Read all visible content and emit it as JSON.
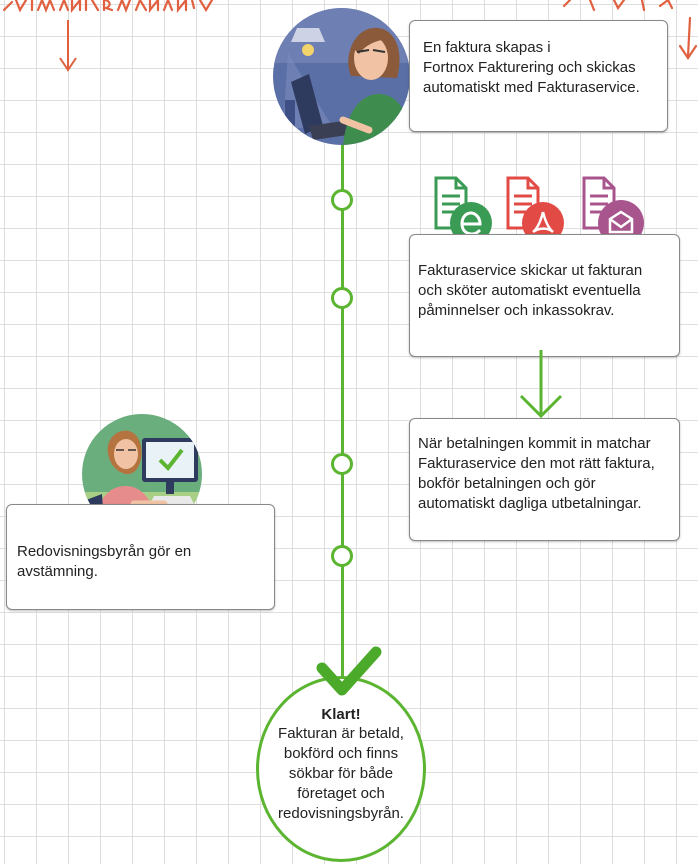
{
  "steps": [
    {
      "lines": [
        "En faktura skapas i",
        "Fortnox Fakturering och skickas",
        "automatiskt med Fakturaservice."
      ]
    },
    {
      "lines": [
        "Fakturaservice skickar ut fakturan",
        "och sköter automatiskt eventuella",
        "påminnelser och inkassokrav."
      ]
    },
    {
      "lines": [
        "När betalningen kommit in matchar",
        "Fakturaservice den mot rätt faktura,",
        "bokför betalningen och gör",
        "automatiskt dagliga utbetalningar."
      ]
    },
    {
      "lines": [
        "Redovisningsbyrån gör en",
        "avstämning."
      ]
    }
  ],
  "final": {
    "title": "Klart!",
    "lines": [
      "Fakturan är betald,",
      "bokförd och finns",
      "sökbar för både",
      "företaget och",
      "redovisningsbyrån."
    ]
  },
  "icons": [
    "e-invoice-icon",
    "pdf-invoice-icon",
    "email-invoice-icon"
  ],
  "colors": {
    "accent": "#5bb531",
    "handwriting": "#e0603f",
    "e_invoice": "#3a9b54",
    "pdf": "#e24b45",
    "email": "#a8558d"
  }
}
